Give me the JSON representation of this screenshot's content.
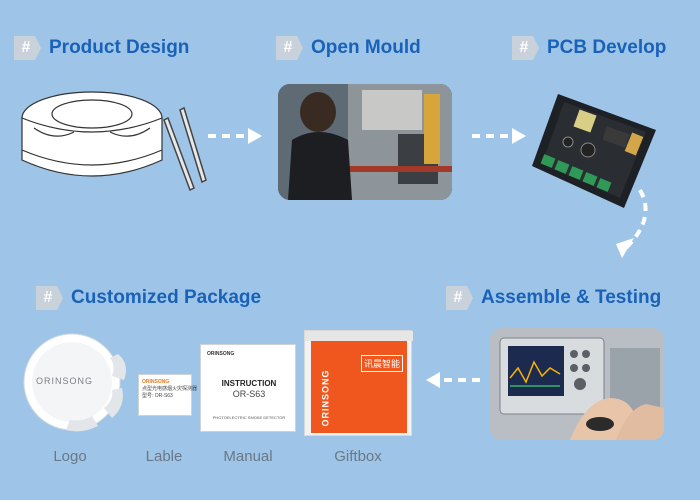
{
  "steps": [
    {
      "title": "Product Design"
    },
    {
      "title": "Open Mould"
    },
    {
      "title": "PCB Develop"
    },
    {
      "title": "Customized Package"
    },
    {
      "title": "Assemble & Testing"
    }
  ],
  "hash_symbol": "#",
  "package": {
    "captions": [
      "Logo",
      "Lable",
      "Manual",
      "Giftbox"
    ],
    "logo_brand": "ORINSONG",
    "label_brand": "ORINSONG",
    "label_lines": [
      "点型光电感烟火灾探测器",
      "型号: OR-S63"
    ],
    "manual_brand": "ORINSONG",
    "manual_title": "INSTRUCTION",
    "manual_model": "OR-S63",
    "manual_subtitle": "PHOTOELECTRIC SMOKE DETECTOR",
    "giftbox_brand": "ORINSONG",
    "giftbox_cn": "讯晨智能"
  },
  "colors": {
    "background": "#9ec5e8",
    "title": "#1a62b8",
    "hash_badge": "#c9d2da",
    "arrow": "#ffffff",
    "giftbox_orange": "#f0571f"
  }
}
